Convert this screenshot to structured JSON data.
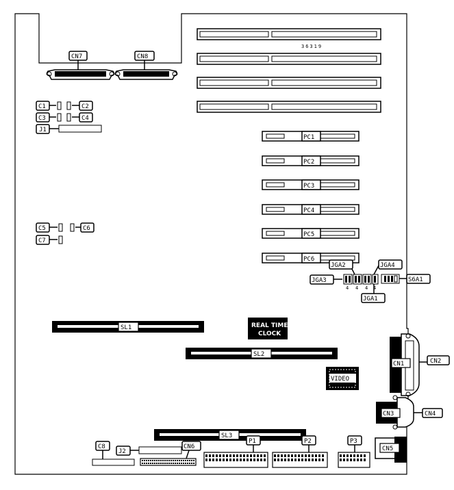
{
  "board_code": "36319",
  "connectors": {
    "cn7": "CN7",
    "cn8": "CN8",
    "cn1": "CN1",
    "cn2": "CN2",
    "cn3": "CN3",
    "cn4": "CN4",
    "cn5": "CN5",
    "cn6": "CN6"
  },
  "jumpers": {
    "c1": "C1",
    "c2": "C2",
    "c3": "C3",
    "c4": "C4",
    "c5": "C5",
    "c6": "C6",
    "c7": "C7",
    "c8": "C8",
    "j1": "J1",
    "j2": "J2",
    "jga1": "JGA1",
    "jga2": "JGA2",
    "jga3": "JGA3",
    "jga4": "JGA4",
    "s6a1": "S6A1",
    "jga_pin": "4"
  },
  "slots": {
    "pc1": "PC1",
    "pc2": "PC2",
    "pc3": "PC3",
    "pc4": "PC4",
    "pc5": "PC5",
    "pc6": "PC6",
    "sl1": "SL1",
    "sl2": "SL2",
    "sl3": "SL3"
  },
  "chips": {
    "rtc_line1": "REAL TIME",
    "rtc_line2": "CLOCK",
    "video": "VIDEO"
  },
  "ports": {
    "p1": "P1",
    "p2": "P2",
    "p3": "P3"
  }
}
